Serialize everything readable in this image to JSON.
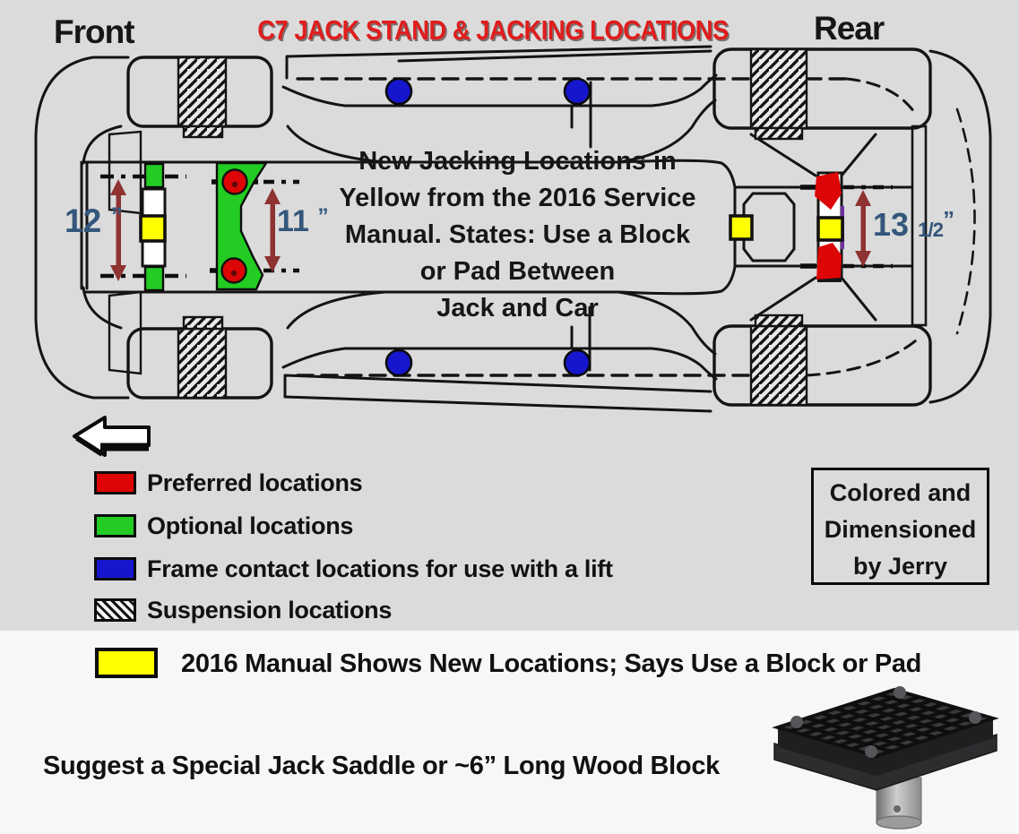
{
  "header": {
    "title": "C7 JACK STAND & JACKING LOCATIONS",
    "front_label": "Front",
    "rear_label": "Rear"
  },
  "center_note": "New Jacking Locations in\nYellow from the 2016 Service\nManual. States: Use  a Block\nor Pad  Between\nJack and Car",
  "dimensions": {
    "front": {
      "value": "12",
      "unit": "”"
    },
    "mid": {
      "value": "11",
      "unit": "”"
    },
    "rear": {
      "value": "13",
      "fraction": "1/2",
      "unit": "”"
    }
  },
  "legend": {
    "items": [
      {
        "key": "preferred",
        "label": "Preferred locations"
      },
      {
        "key": "optional",
        "label": "Optional locations"
      },
      {
        "key": "frame_contact",
        "label": "Frame contact locations for use with a lift"
      },
      {
        "key": "suspension",
        "label": "Suspension locations"
      }
    ]
  },
  "credit_box": "Colored and\nDimensioned\nby Jerry",
  "manual_note": "2016 Manual Shows New Locations; Says Use a Block or Pad",
  "suggestion": "Suggest a Special Jack Saddle or ~6” Long Wood Block",
  "colors": {
    "preferred_red": "#dd0505",
    "optional_green": "#22cc22",
    "frame_contact_blue": "#1616cf",
    "new_location_yellow": "#ffff00",
    "dimension_text_blue": "#33567b",
    "dimension_arrow_maroon": "#8e3232",
    "title_red": "#e11c1c",
    "background_gray": "#dbdbdb"
  }
}
